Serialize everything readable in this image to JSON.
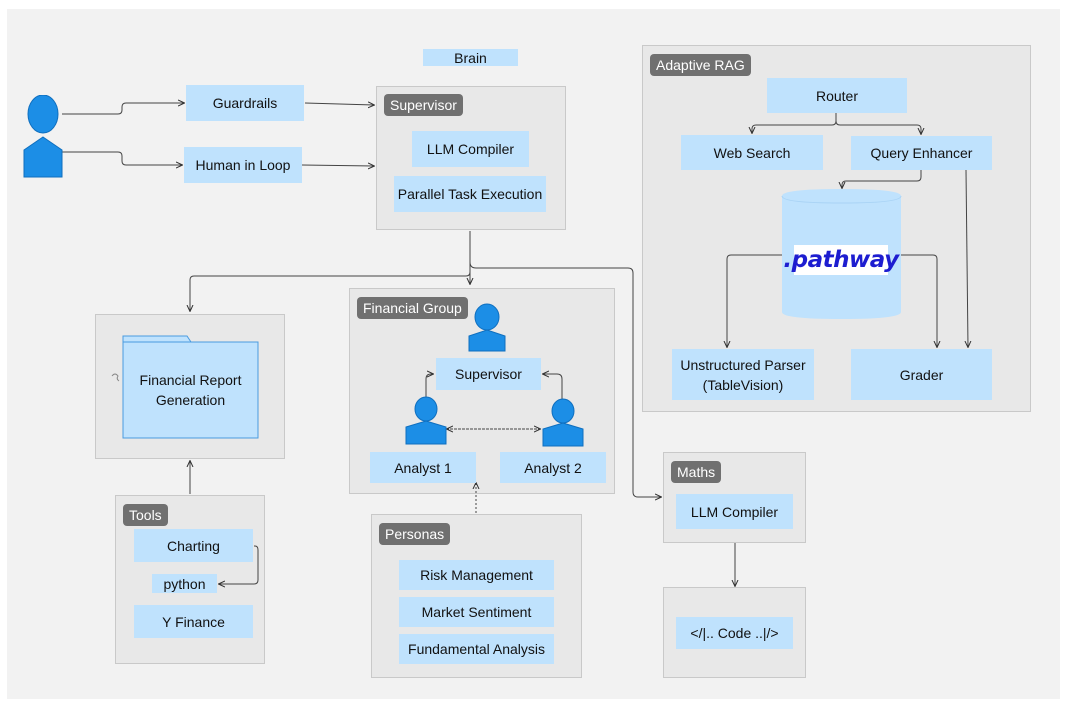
{
  "brain": {
    "label": "Brain"
  },
  "inputs": {
    "guardrails": "Guardrails",
    "human_in_loop": "Human in Loop"
  },
  "supervisor": {
    "title": "Supervisor",
    "llm_compiler": "LLM Compiler",
    "parallel_tasks": "Parallel Task Execution"
  },
  "adaptive_rag": {
    "title": "Adaptive RAG",
    "router": "Router",
    "web_search": "Web Search",
    "query_enhancer": "Query Enhancer",
    "logo_text": ".pathway",
    "unstructured_parser": [
      "Unstructured Parser",
      "(TableVision)"
    ],
    "grader": "Grader"
  },
  "report": {
    "label": [
      "Financial Report",
      "Generation"
    ]
  },
  "financial_group": {
    "title": "Financial Group",
    "supervisor": "Supervisor",
    "analyst_1": "Analyst 1",
    "analyst_2": "Analyst 2"
  },
  "tools": {
    "title": "Tools",
    "charting": "Charting",
    "python": "python",
    "yfinance": "Y Finance"
  },
  "personas": {
    "title": "Personas",
    "items": [
      "Risk Management",
      "Market Sentiment",
      "Fundamental Analysis"
    ]
  },
  "maths": {
    "title": "Maths",
    "llm_compiler": "LLM Compiler"
  },
  "code": {
    "label": "</|.. Code ..|/>"
  },
  "colors": {
    "person_fill": "#1c8ee6",
    "box_fill": "#bfe2fd",
    "tag_fill": "#707070",
    "panel_fill": "#e8e8e8"
  }
}
